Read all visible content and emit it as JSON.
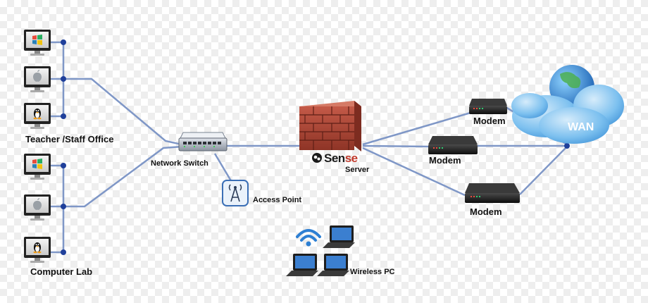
{
  "colors": {
    "link": "#7f97c7",
    "node": "#1f3f9a",
    "wall": "#b44a3a",
    "cloud": "#5aa9e6",
    "brand_red": "#c0392b"
  },
  "groups": {
    "office_label": "Teacher /Staff Office",
    "lab_label": "Computer Lab"
  },
  "devices": {
    "switch_label": "Network Switch",
    "access_point_label": "Access Point",
    "server_label": "Server",
    "brand_part1": "Sen",
    "brand_part2": "se",
    "wireless_label": "Wireless PC",
    "modems": [
      "Modem",
      "Modem",
      "Modem"
    ],
    "wan_label": "WAN"
  },
  "icons": {
    "os": [
      "windows-logo-icon",
      "apple-logo-icon",
      "linux-penguin-icon"
    ]
  }
}
